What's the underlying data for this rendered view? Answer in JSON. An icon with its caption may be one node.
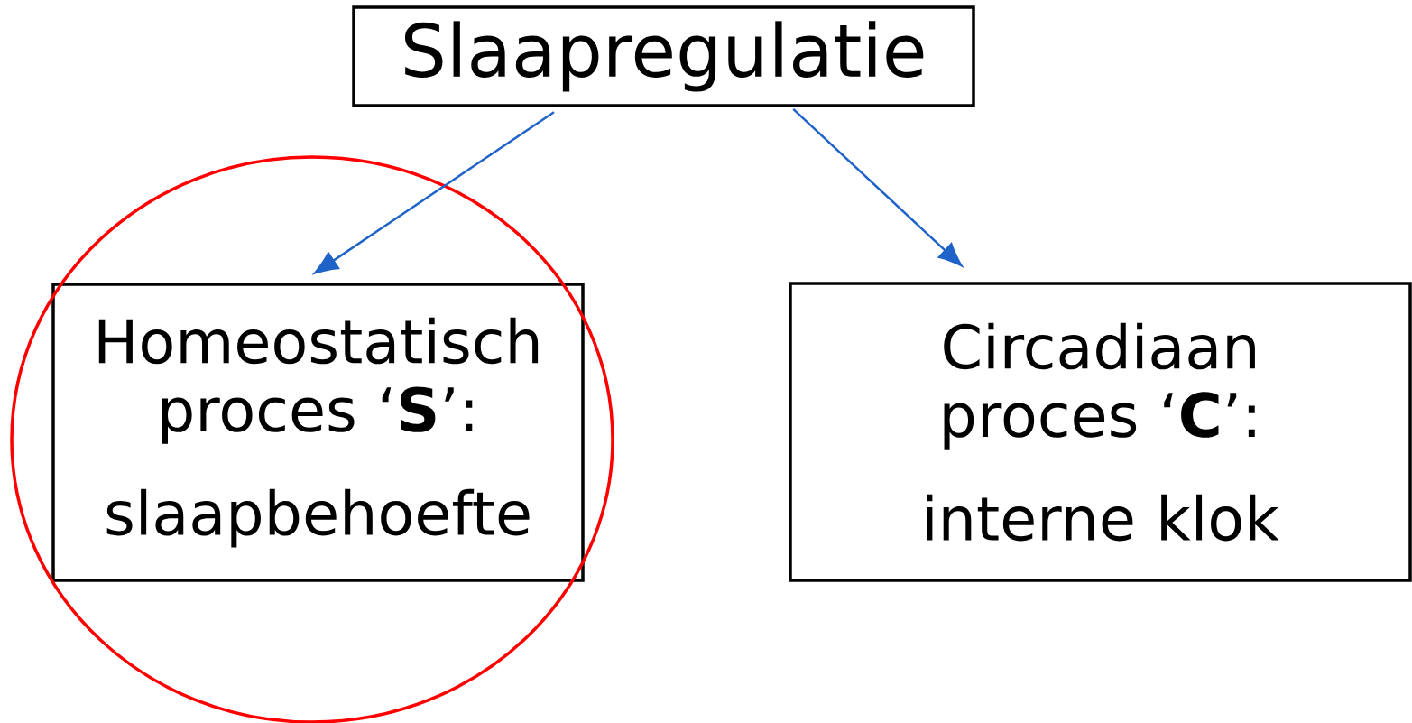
{
  "diagram": {
    "nodes": [
      {
        "text": [
          "Slaapregulatie"
        ]
      },
      {
        "text": [
          "Homeostatisch proces ‘**S**’:",
          "slaapbehoefte"
        ]
      },
      {
        "text": [
          "Circadiaan proces ‘**C**’:",
          "interne klok"
        ]
      }
    ],
    "edges": [
      {
        "from": 0,
        "to": 1,
        "arrow": "to"
      },
      {
        "from": 0,
        "to": 2,
        "arrow": "to"
      }
    ]
  }
}
